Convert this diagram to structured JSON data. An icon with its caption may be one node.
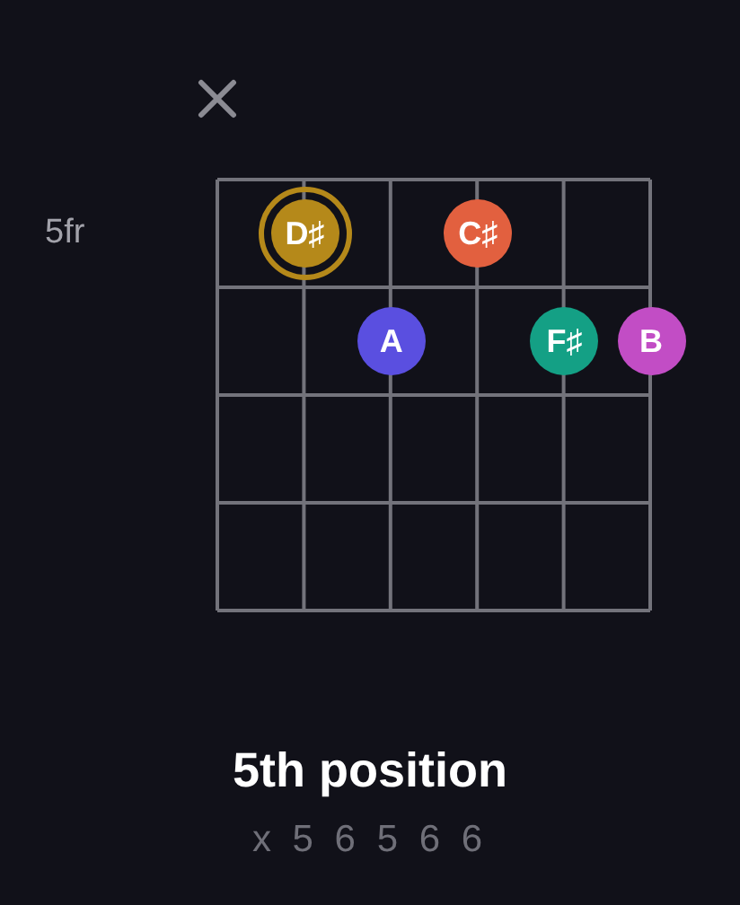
{
  "diagram": {
    "title": "5th position",
    "nodes": [
      {
        "text": [
          "D♯"
        ]
      },
      {
        "text": [
          "C♯"
        ]
      },
      {
        "text": [
          "A"
        ]
      },
      {
        "text": [
          "F♯"
        ]
      },
      {
        "text": [
          "B"
        ]
      }
    ],
    "labels": [
      "5fr",
      "x 5 6 5 6 6"
    ]
  }
}
